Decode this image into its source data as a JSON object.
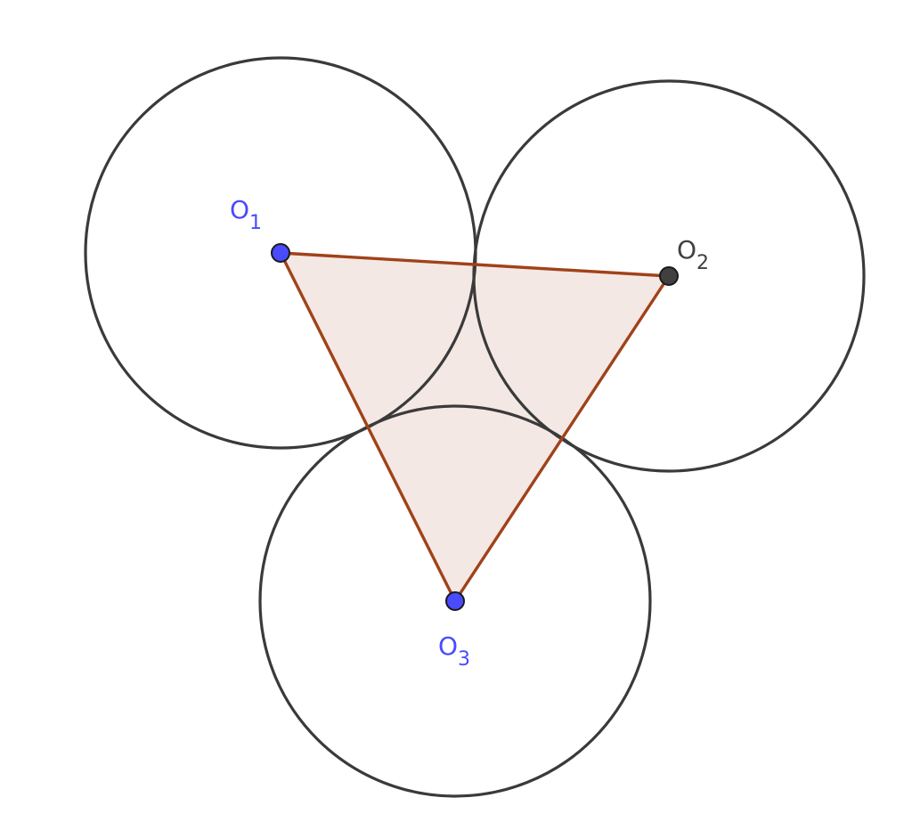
{
  "diagram": {
    "points": [
      {
        "id": "O1",
        "letter": "O",
        "sub": "1",
        "color": "#4a4aff"
      },
      {
        "id": "O2",
        "letter": "O",
        "sub": "2",
        "color": "#404040"
      },
      {
        "id": "O3",
        "letter": "O",
        "sub": "3",
        "color": "#4a4aff"
      }
    ],
    "triangle_fill": "#f4e8e4",
    "triangle_stroke": "#a0421a",
    "circle_stroke": "#3a3a3a"
  }
}
